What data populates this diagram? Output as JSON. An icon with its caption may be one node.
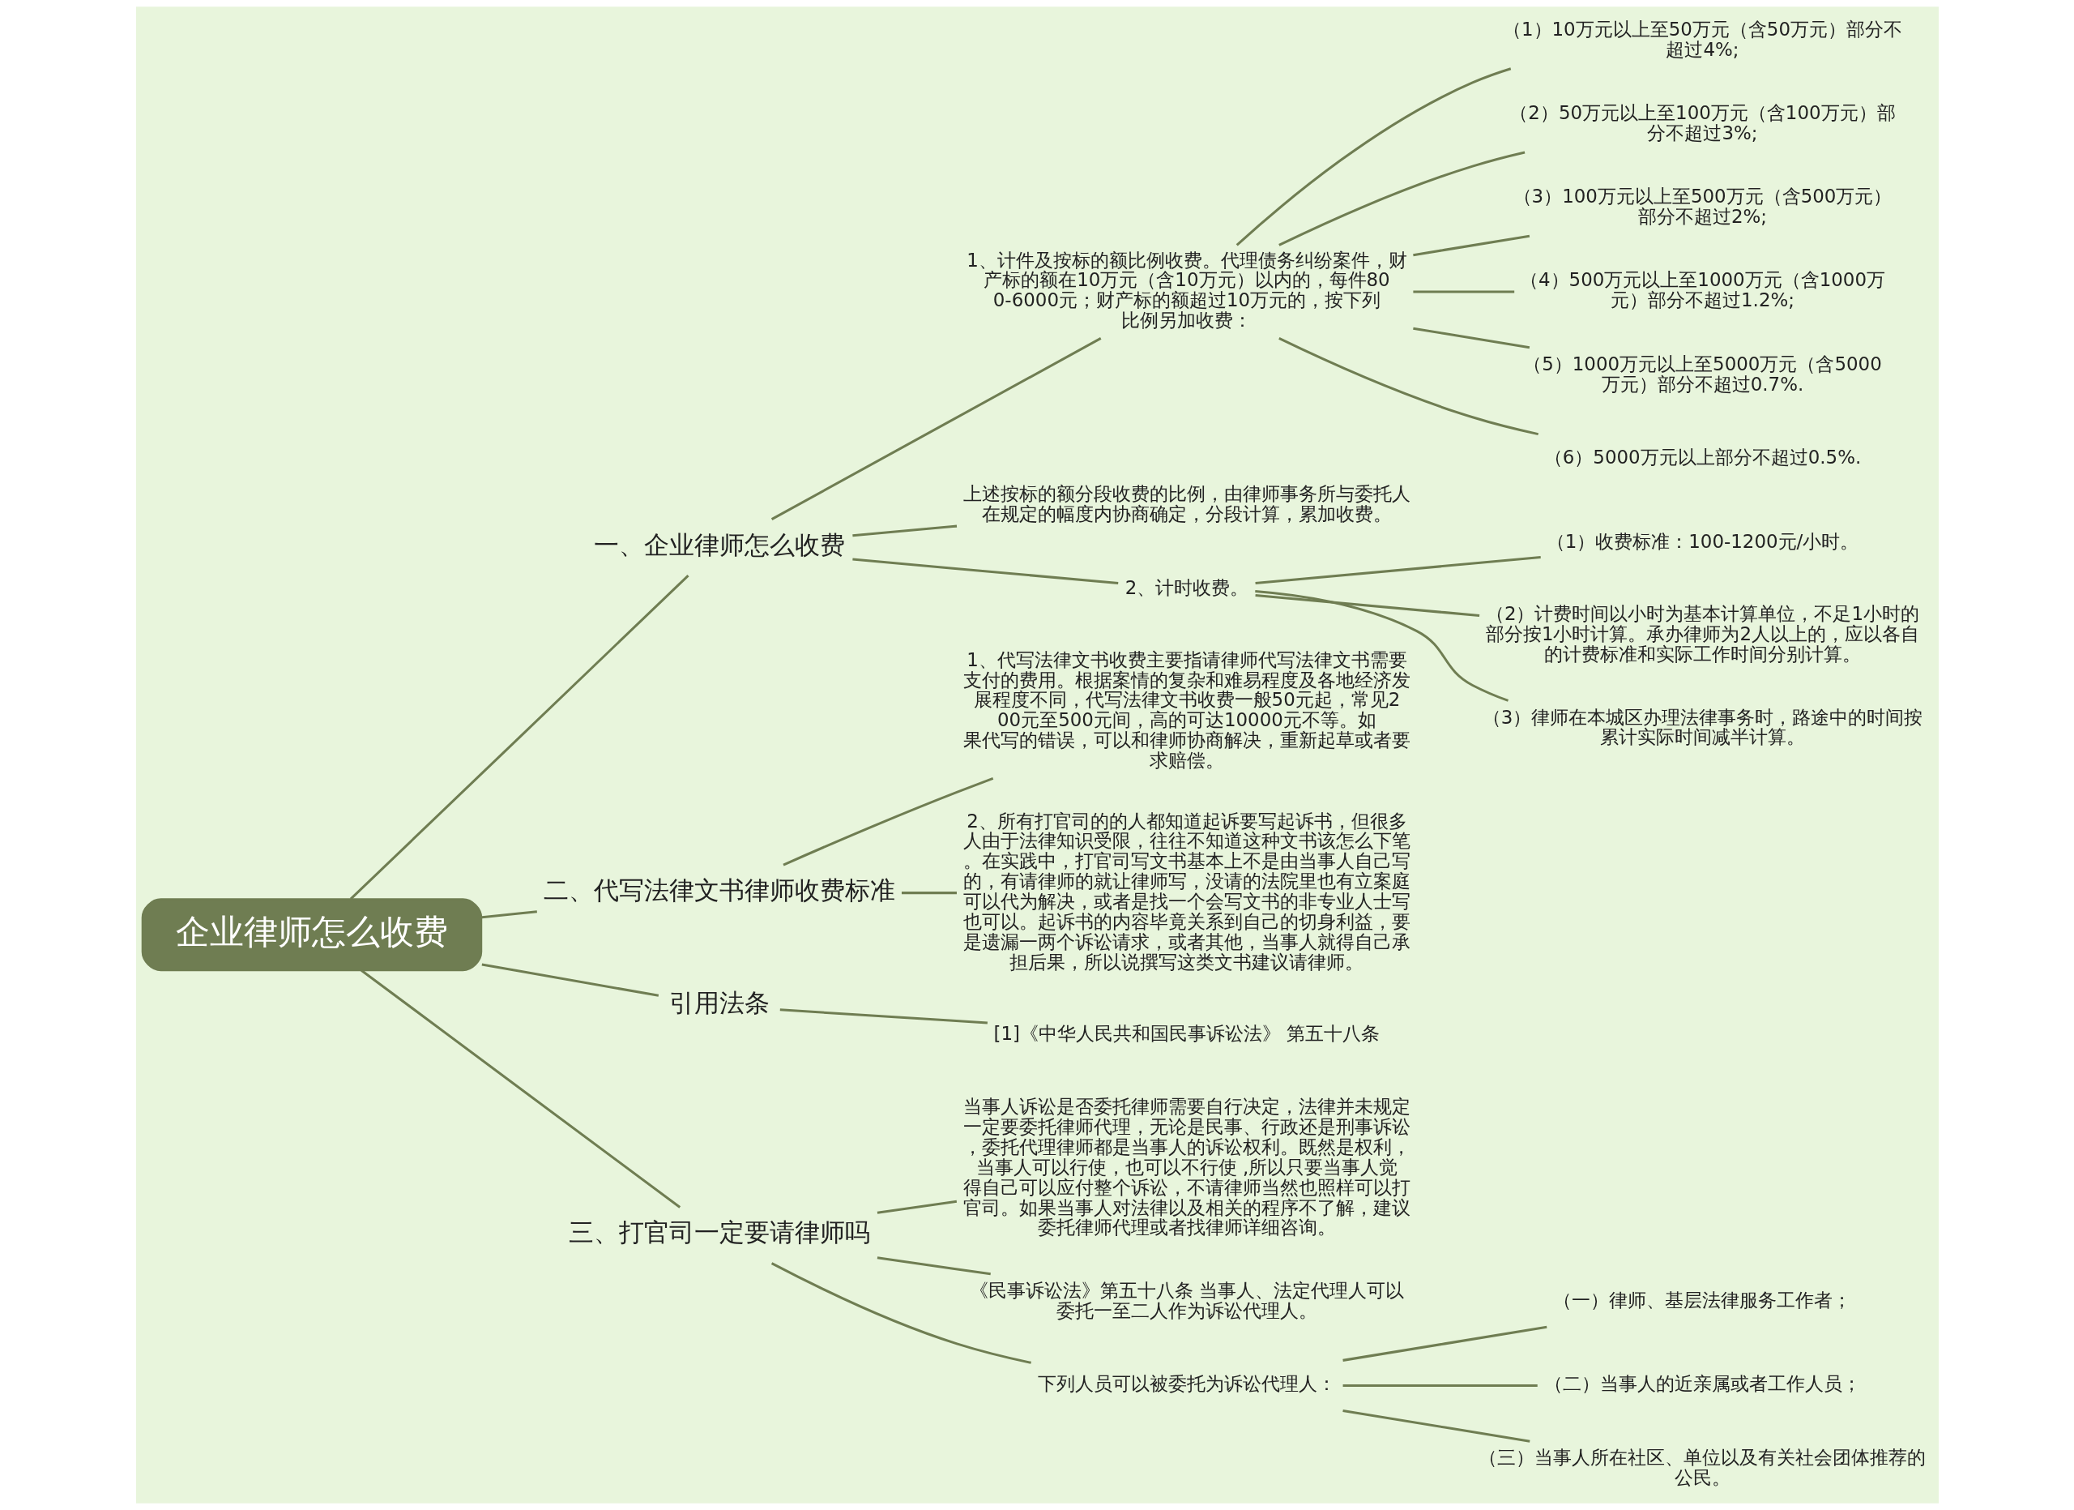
{
  "diagram": {
    "nodes": [
      {
        "text": [
          "企业律师怎么收费"
        ]
      },
      {
        "text": [
          "一、企业律师怎么收费"
        ]
      },
      {
        "text": [
          "1、计件及按标的额比例收费。代理债务纠纷案件，财产标的额在10万元（含10万元）以内的，每件800-6000元；财产标的额超过10万元的，按下列比例另加收费："
        ]
      },
      {
        "text": [
          "（1）10万元以上至50万元（含50万元）部分不超过4%;"
        ]
      },
      {
        "text": [
          "（2）50万元以上至100万元（含100万元）部分不超过3%;"
        ]
      },
      {
        "text": [
          "（3）100万元以上至500万元（含500万元）部分不超过2%;"
        ]
      },
      {
        "text": [
          "（4）500万元以上至1000万元（含1000万元）部分不超过1.2%;"
        ]
      },
      {
        "text": [
          "（5）1000万元以上至5000万元（含5000万元）部分不超过0.7%."
        ]
      },
      {
        "text": [
          "（6）5000万元以上部分不超过0.5%."
        ]
      },
      {
        "text": [
          "上述按标的额分段收费的比例，由律师事务所与委托人在规定的幅度内协商确定，分段计算，累加收费。"
        ]
      },
      {
        "text": [
          "2、计时收费。"
        ]
      },
      {
        "text": [
          "（1）收费标准：100-1200元/小时。"
        ]
      },
      {
        "text": [
          "（2）计费时间以小时为基本计算单位，不足1小时的部分按1小时计算。承办律师为2人以上的，应以各自的计费标准和实际工作时间分别计算。"
        ]
      },
      {
        "text": [
          "（3）律师在本城区办理法律事务时，路途中的时间按累计实际时间减半计算。"
        ]
      },
      {
        "text": [
          "二、代写法律文书律师收费标准"
        ]
      },
      {
        "text": [
          "1、代写法律文书收费主要指请律师代写法律文书需要支付的费用。根据案情的复杂和难易程度及各地经济发展程度不同，代写法律文书收费一般50元起，常见200元至500元间，高的可达10000元不等。如果代写的错误，可以和律师协商解决，重新起草或者要求赔偿。"
        ]
      },
      {
        "text": [
          "2、所有打官司的的人都知道起诉要写起诉书，但很多人由于法律知识受限，往往不知道这种文书该怎么下笔。在实践中，打官司写文书基本上不是由当事人自己写的，有请律师的就让律师写，没请的法院里也有立案庭可以代为解决，或者是找一个会写文书的非专业人士写也可以。起诉书的内容毕竟关系到自己的切身利益，要是遗漏一两个诉讼请求，或者其他，当事人就得自己承担后果，所以说撰写这类文书建议请律师。"
        ]
      },
      {
        "text": [
          "引用法条"
        ]
      },
      {
        "text": [
          "[1]《中华人民共和国民事诉讼法》 第五十八条"
        ]
      },
      {
        "text": [
          "三、打官司一定要请律师吗"
        ]
      },
      {
        "text": [
          "当事人诉讼是否委托律师需要自行决定，法律并未规定一定要委托律师代理，无论是民事、行政还是刑事诉讼，委托代理律师都是当事人的诉讼权利。既然是权利，当事人可以行使，也可以不行使 ,所以只要当事人觉得自己可以应付整个诉讼，不请律师当然也照样可以打官司。如果当事人对法律以及相关的程序不了解，建议委托律师代理或者找律师详细咨询。"
        ]
      },
      {
        "text": [
          "《民事诉讼法》第五十八条 当事人、法定代理人可以委托一至二人作为诉讼代理人。"
        ]
      },
      {
        "text": [
          "下列人员可以被委托为诉讼代理人："
        ]
      },
      {
        "text": [
          "（一）律师、基层法律服务工作者；"
        ]
      },
      {
        "text": [
          "（二）当事人的近亲属或者工作人员；"
        ]
      },
      {
        "text": [
          "（三）当事人所在社区、单位以及有关社会团体推荐的公民。"
        ]
      }
    ],
    "edges": [
      {
        "from": 0,
        "to": 1,
        "arrow": "none"
      },
      {
        "from": 1,
        "to": 2,
        "arrow": "none"
      },
      {
        "from": 2,
        "to": 3,
        "arrow": "none"
      },
      {
        "from": 2,
        "to": 4,
        "arrow": "none"
      },
      {
        "from": 2,
        "to": 5,
        "arrow": "none"
      },
      {
        "from": 2,
        "to": 6,
        "arrow": "none"
      },
      {
        "from": 2,
        "to": 7,
        "arrow": "none"
      },
      {
        "from": 2,
        "to": 8,
        "arrow": "none"
      },
      {
        "from": 1,
        "to": 9,
        "arrow": "none"
      },
      {
        "from": 1,
        "to": 10,
        "arrow": "none"
      },
      {
        "from": 10,
        "to": 11,
        "arrow": "none"
      },
      {
        "from": 10,
        "to": 12,
        "arrow": "none"
      },
      {
        "from": 10,
        "to": 13,
        "arrow": "none"
      },
      {
        "from": 0,
        "to": 14,
        "arrow": "none"
      },
      {
        "from": 14,
        "to": 15,
        "arrow": "none"
      },
      {
        "from": 14,
        "to": 16,
        "arrow": "none"
      },
      {
        "from": 0,
        "to": 17,
        "arrow": "none"
      },
      {
        "from": 17,
        "to": 18,
        "arrow": "none"
      },
      {
        "from": 0,
        "to": 19,
        "arrow": "none"
      },
      {
        "from": 19,
        "to": 20,
        "arrow": "none"
      },
      {
        "from": 19,
        "to": 21,
        "arrow": "none"
      },
      {
        "from": 19,
        "to": 22,
        "arrow": "none"
      },
      {
        "from": 22,
        "to": 23,
        "arrow": "none"
      },
      {
        "from": 22,
        "to": 24,
        "arrow": "none"
      },
      {
        "from": 22,
        "to": 25,
        "arrow": "none"
      }
    ]
  }
}
